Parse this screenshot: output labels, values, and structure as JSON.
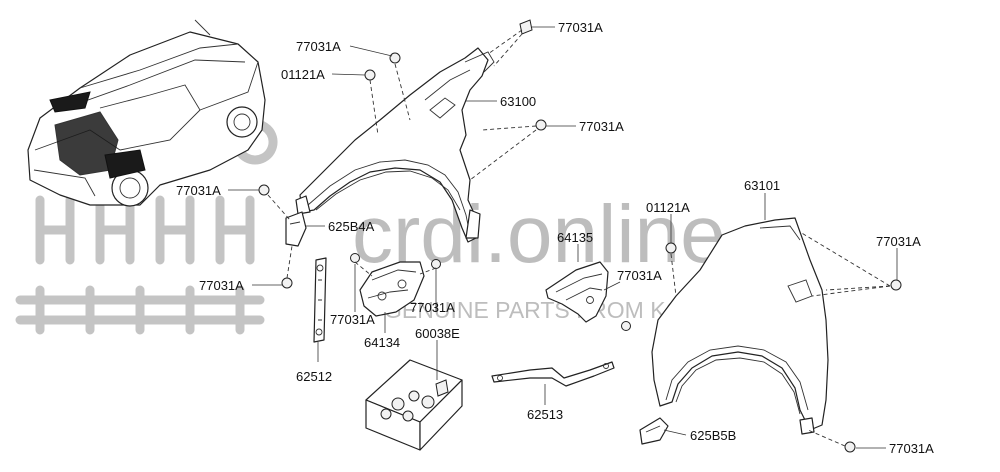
{
  "callouts": [
    {
      "id": "c1",
      "text": "77031A"
    },
    {
      "id": "c2",
      "text": "77031A"
    },
    {
      "id": "c3",
      "text": "01121A"
    },
    {
      "id": "c4",
      "text": "63100"
    },
    {
      "id": "c5",
      "text": "77031A"
    },
    {
      "id": "c6",
      "text": "77031A"
    },
    {
      "id": "c7",
      "text": "625B4A"
    },
    {
      "id": "c8",
      "text": "77031A"
    },
    {
      "id": "c9",
      "text": "62512"
    },
    {
      "id": "c10",
      "text": "77031A"
    },
    {
      "id": "c11",
      "text": "64134"
    },
    {
      "id": "c12",
      "text": "77031A"
    },
    {
      "id": "c13",
      "text": "60038E"
    },
    {
      "id": "c14",
      "text": "64135"
    },
    {
      "id": "c15",
      "text": "77031A"
    },
    {
      "id": "c16",
      "text": "01121A"
    },
    {
      "id": "c17",
      "text": "63101"
    },
    {
      "id": "c18",
      "text": "77031A"
    },
    {
      "id": "c19",
      "text": "62513"
    },
    {
      "id": "c20",
      "text": "625B5B"
    },
    {
      "id": "c21",
      "text": "77031A"
    }
  ],
  "watermark": {
    "brand": "crdi.online",
    "tagline": "GENUINE PARTS FROM KOREA"
  }
}
